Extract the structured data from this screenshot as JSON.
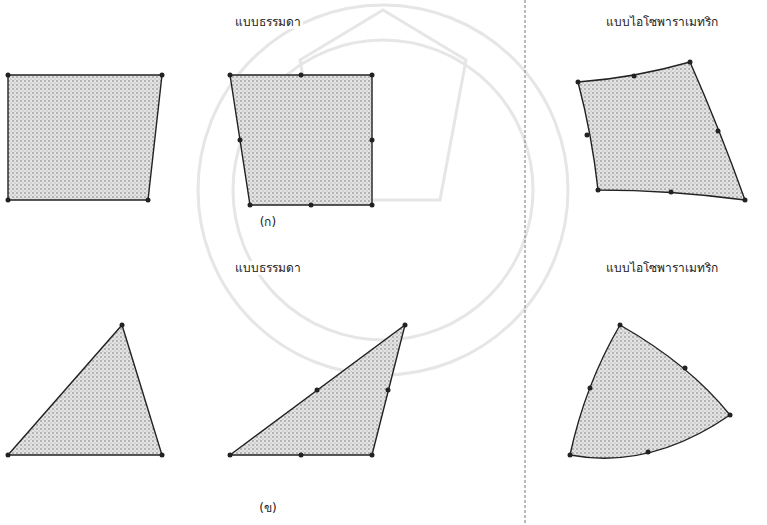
{
  "diagram": {
    "labels": [
      "แบบธรรมดา",
      "แบบไอโซพาราเมทริก",
      "(ก)",
      "แบบธรรมดา",
      "แบบไอโซพาราเมทริก",
      "(ข)"
    ]
  }
}
